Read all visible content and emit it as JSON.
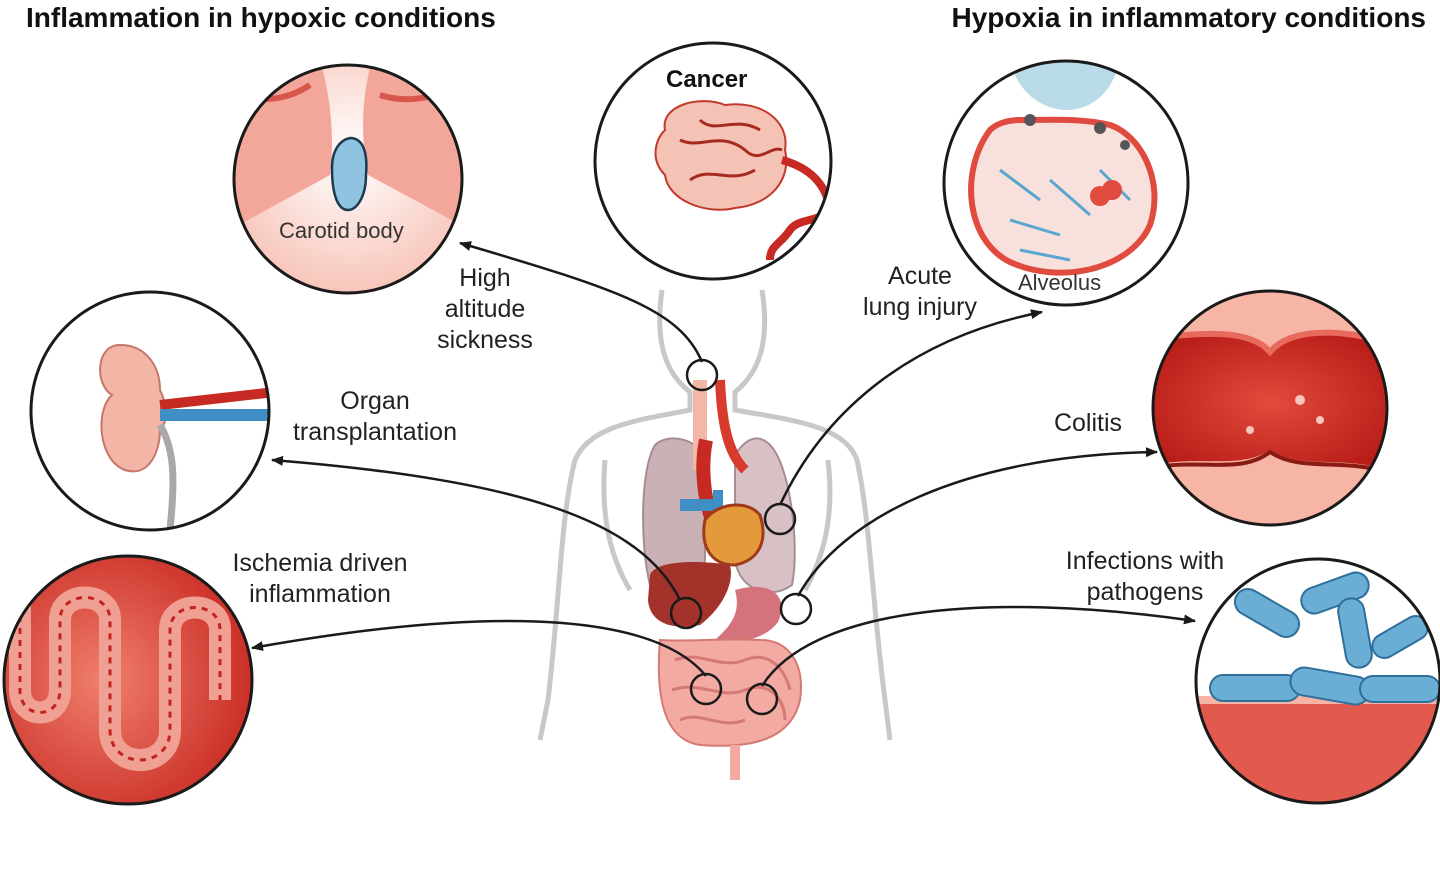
{
  "headings": {
    "left": "Inflammation in hypoxic conditions",
    "right": "Hypoxia in inflammatory conditions"
  },
  "circles": {
    "cancer": "Cancer",
    "carotid": "Carotid body",
    "alveolus": "Alveolus"
  },
  "labels": {
    "high_altitude": [
      "High",
      "altitude",
      "sickness"
    ],
    "organ_transplantation": [
      "Organ",
      "transplantation"
    ],
    "ischemia": [
      "Ischemia driven",
      "inflammation"
    ],
    "acute_lung": [
      "Acute",
      "lung injury"
    ],
    "colitis": [
      "Colitis"
    ],
    "infections": [
      "Infections with",
      "pathogens"
    ]
  },
  "colors": {
    "arrow": "#1a1a1a",
    "tissue_red": "#d8322b",
    "tissue_pink": "#f6b7a8",
    "vessel_blue": "#3f8fc4",
    "bacteria_blue": "#6aaed6",
    "body_outline": "#c8c8c8"
  }
}
